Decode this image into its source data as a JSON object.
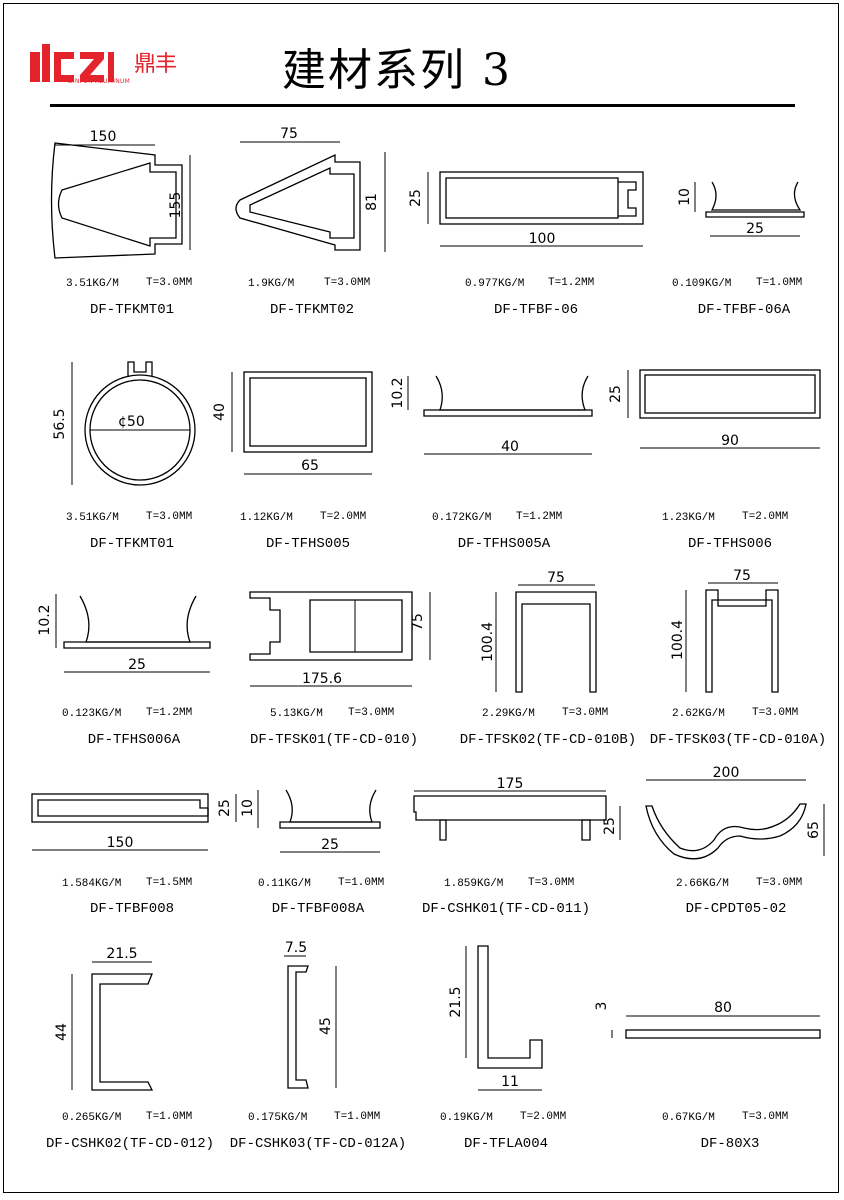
{
  "header": {
    "title": "建材系列 3",
    "logo_cn": "鼎丰",
    "logo_en": "DINFUN ALUMINUM",
    "brand_color": "#e4232d"
  },
  "items": [
    {
      "code": "DF-TFKMT01",
      "weight": "3.51KG/M",
      "thickness": "T=3.0MM",
      "dims": [
        "150",
        "155"
      ]
    },
    {
      "code": "DF-TFKMT02",
      "weight": "1.9KG/M",
      "thickness": "T=3.0MM",
      "dims": [
        "75",
        "81"
      ]
    },
    {
      "code": "DF-TFBF-06",
      "weight": "0.977KG/M",
      "thickness": "T=1.2MM",
      "dims": [
        "25",
        "100"
      ]
    },
    {
      "code": "DF-TFBF-06A",
      "weight": "0.109KG/M",
      "thickness": "T=1.0MM",
      "dims": [
        "10",
        "25"
      ]
    },
    {
      "code": "DF-TFKMT01",
      "weight": "3.51KG/M",
      "thickness": "T=3.0MM",
      "dims": [
        "56.5",
        "¢50"
      ]
    },
    {
      "code": "DF-TFHS005",
      "weight": "1.12KG/M",
      "thickness": "T=2.0MM",
      "dims": [
        "40",
        "65"
      ]
    },
    {
      "code": "DF-TFHS005A",
      "weight": "0.172KG/M",
      "thickness": "T=1.2MM",
      "dims": [
        "10.2",
        "40"
      ]
    },
    {
      "code": "DF-TFHS006",
      "weight": "1.23KG/M",
      "thickness": "T=2.0MM",
      "dims": [
        "25",
        "90"
      ]
    },
    {
      "code": "DF-TFHS006A",
      "weight": "0.123KG/M",
      "thickness": "T=1.2MM",
      "dims": [
        "10.2",
        "25"
      ]
    },
    {
      "code": "DF-TFSK01(TF-CD-010)",
      "weight": "5.13KG/M",
      "thickness": "T=3.0MM",
      "dims": [
        "75",
        "175.6"
      ]
    },
    {
      "code": "DF-TFSK02(TF-CD-010B)",
      "weight": "2.29KG/M",
      "thickness": "T=3.0MM",
      "dims": [
        "75",
        "100.4"
      ]
    },
    {
      "code": "DF-TFSK03(TF-CD-010A)",
      "weight": "2.62KG/M",
      "thickness": "T=3.0MM",
      "dims": [
        "75",
        "100.4"
      ]
    },
    {
      "code": "DF-TFBF008",
      "weight": "1.584KG/M",
      "thickness": "T=1.5MM",
      "dims": [
        "25",
        "150"
      ]
    },
    {
      "code": "DF-TFBF008A",
      "weight": "0.11KG/M",
      "thickness": "T=1.0MM",
      "dims": [
        "10",
        "25"
      ]
    },
    {
      "code": "DF-CSHK01(TF-CD-011)",
      "weight": "1.859KG/M",
      "thickness": "T=3.0MM",
      "dims": [
        "175",
        "25"
      ]
    },
    {
      "code": "DF-CPDT05-02",
      "weight": "2.66KG/M",
      "thickness": "T=3.0MM",
      "dims": [
        "200",
        "65"
      ]
    },
    {
      "code": "DF-CSHK02(TF-CD-012)",
      "weight": "0.265KG/M",
      "thickness": "T=1.0MM",
      "dims": [
        "21.5",
        "44"
      ]
    },
    {
      "code": "DF-CSHK03(TF-CD-012A)",
      "weight": "0.175KG/M",
      "thickness": "T=1.0MM",
      "dims": [
        "7.5",
        "45"
      ]
    },
    {
      "code": "DF-TFLA004",
      "weight": "0.19KG/M",
      "thickness": "T=2.0MM",
      "dims": [
        "21.5",
        "11"
      ]
    },
    {
      "code": "DF-80X3",
      "weight": "0.67KG/M",
      "thickness": "T=3.0MM",
      "dims": [
        "3",
        "80"
      ]
    }
  ]
}
